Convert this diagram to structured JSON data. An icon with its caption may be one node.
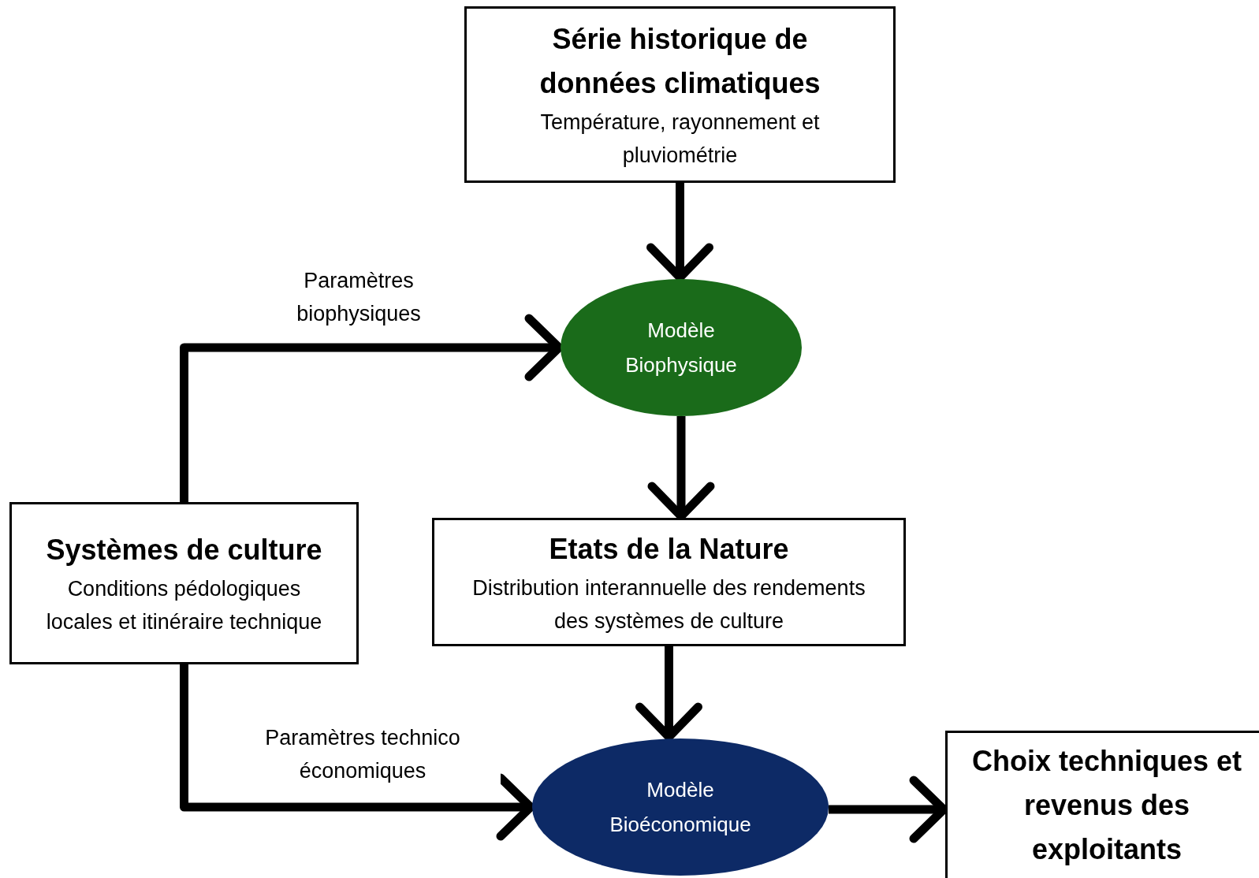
{
  "diagram": {
    "nodes": [
      {
        "text": [
          "Série historique de données climatiques",
          "Température, rayonnement et pluviométrie"
        ]
      },
      {
        "text": [
          "Modèle Biophysique"
        ]
      },
      {
        "text": [
          "Etats de la Nature",
          "Distribution interannuelle des rendements des systèmes de culture"
        ]
      },
      {
        "text": [
          "Systèmes de culture",
          "Conditions pédologiques locales et itinéraire technique"
        ]
      },
      {
        "text": [
          "Modèle Bioéconomique"
        ]
      },
      {
        "text": [
          "Choix techniques et revenus des exploitants"
        ]
      }
    ],
    "edges": [
      {
        "from": 0,
        "to": 1,
        "arrow": "to"
      },
      {
        "from": 3,
        "to": 1,
        "arrow": "to",
        "label": "Paramètres biophysiques"
      },
      {
        "from": 1,
        "to": 2,
        "arrow": "to"
      },
      {
        "from": 2,
        "to": 4,
        "arrow": "to"
      },
      {
        "from": 3,
        "to": 4,
        "arrow": "to",
        "label": "Paramètres technico économiques"
      },
      {
        "from": 4,
        "to": 5,
        "arrow": "to"
      }
    ]
  }
}
